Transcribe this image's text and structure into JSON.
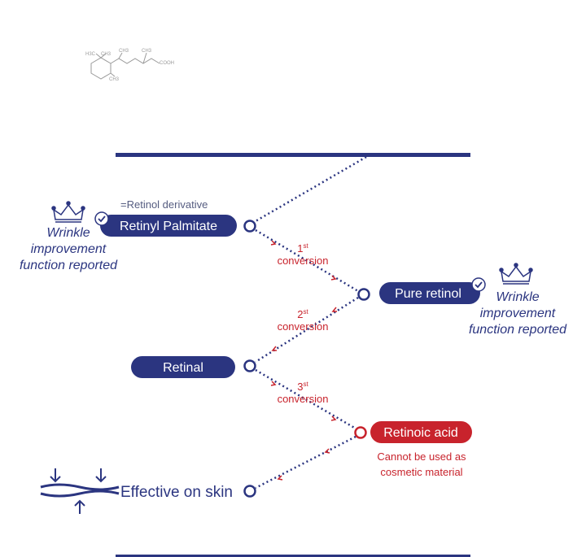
{
  "colors": {
    "navy": "#2b3580",
    "red": "#c8232c",
    "grey_text": "#555c80",
    "molecule": "#9a9a9a"
  },
  "molecule": {
    "labels": [
      "H3C",
      "CH3",
      "CH3",
      "CH3",
      "COOH",
      "CH3"
    ]
  },
  "nodes": {
    "retinyl_palmitate": {
      "label": "Retinyl Palmitate",
      "note": "=Retinol derivative"
    },
    "pure_retinol": {
      "label": "Pure retinol"
    },
    "retinal": {
      "label": "Retinal"
    },
    "retinoic_acid": {
      "label": "Retinoic acid",
      "note_line1": "Cannot be used as",
      "note_line2": "cosmetic material"
    },
    "effective": {
      "label": "Effective on skin"
    }
  },
  "conversions": [
    {
      "number": "1",
      "suffix": "st",
      "word": "conversion"
    },
    {
      "number": "2",
      "suffix": "st",
      "word": "conversion"
    },
    {
      "number": "3",
      "suffix": "st",
      "word": "conversion"
    }
  ],
  "badges": {
    "left": {
      "line1": "Wrinkle",
      "line2": "improvement",
      "line3": "function reported"
    },
    "right": {
      "line1": "Wrinkle",
      "line2": "improvement",
      "line3": "function reported"
    }
  },
  "icons": [
    "crown-icon",
    "check-icon",
    "skin-waves-icon",
    "arrow-down-icon",
    "arrow-up-icon"
  ]
}
